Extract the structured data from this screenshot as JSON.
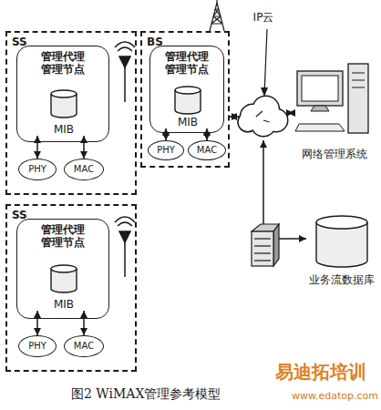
{
  "diagram": {
    "caption": "图2 WiMAX管理参考模型",
    "nodes": [
      {
        "text": [
          "SS"
        ]
      },
      {
        "text": [
          "管理代理",
          "管理节点"
        ],
        "in": 0
      },
      {
        "text": [
          "MIB"
        ],
        "in": 1
      },
      {
        "text": [
          "PHY"
        ],
        "in": 0
      },
      {
        "text": [
          "MAC"
        ],
        "in": 0
      },
      {
        "text": [
          "BS"
        ]
      },
      {
        "text": [
          "管理代理",
          "管理节点"
        ],
        "in": 5
      },
      {
        "text": [
          "MIB"
        ],
        "in": 6
      },
      {
        "text": [
          "PHY"
        ],
        "in": 5
      },
      {
        "text": [
          "MAC"
        ],
        "in": 5
      },
      {
        "text": [
          "IP云"
        ]
      },
      {
        "text": [
          "网络管理系统"
        ]
      },
      {
        "text": [
          "SS"
        ]
      },
      {
        "text": [
          "管理代理",
          "管理节点"
        ],
        "in": 12
      },
      {
        "text": [
          "MIB"
        ],
        "in": 13
      },
      {
        "text": [
          "PHY"
        ],
        "in": 12
      },
      {
        "text": [
          "MAC"
        ],
        "in": 12
      },
      {
        "text": [
          "业务流数据库"
        ]
      }
    ],
    "edges": [
      {
        "from": 2,
        "to": 3,
        "arrow": "both"
      },
      {
        "from": 2,
        "to": 4,
        "arrow": "both"
      },
      {
        "from": 7,
        "to": 8,
        "arrow": "both"
      },
      {
        "from": 7,
        "to": 9,
        "arrow": "both"
      },
      {
        "from": 5,
        "to": 10,
        "arrow": "both"
      },
      {
        "from": 10,
        "to": 11,
        "arrow": "both"
      },
      {
        "from": 10,
        "to": 17,
        "arrow": "both"
      },
      {
        "from": 14,
        "to": 15,
        "arrow": "both"
      },
      {
        "from": 14,
        "to": 16,
        "arrow": "both"
      }
    ],
    "labels": [
      "易迪拓培训",
      "www.edatop.com"
    ]
  }
}
